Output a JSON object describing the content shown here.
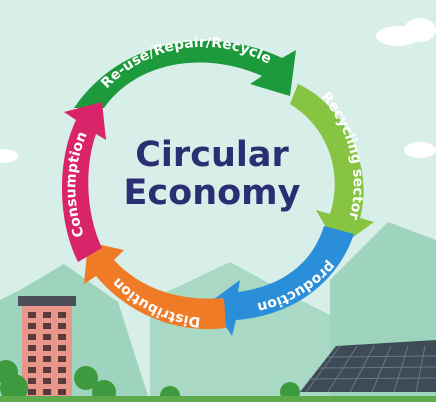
{
  "diagram": {
    "center_title_line1": "Circular",
    "center_title_line2": "Economy",
    "segments": [
      {
        "id": "reuse",
        "label": "Re-use/Repair/Recycle",
        "color": "#1d9a3c"
      },
      {
        "id": "recycling",
        "label": "Recycling sector",
        "color": "#86c441"
      },
      {
        "id": "production",
        "label": "production",
        "color": "#2a8fd8"
      },
      {
        "id": "distribution",
        "label": "Distribution",
        "color": "#ef7b27"
      },
      {
        "id": "consumption",
        "label": "Consumption",
        "color": "#d9246a"
      }
    ]
  },
  "colors": {
    "sky": "#d8eee9",
    "hills": "#9ed3be",
    "center_text": "#2a2f72",
    "building": "#e8978a",
    "solar_panel": "#3e4a56",
    "ground": "#5daa4a"
  }
}
